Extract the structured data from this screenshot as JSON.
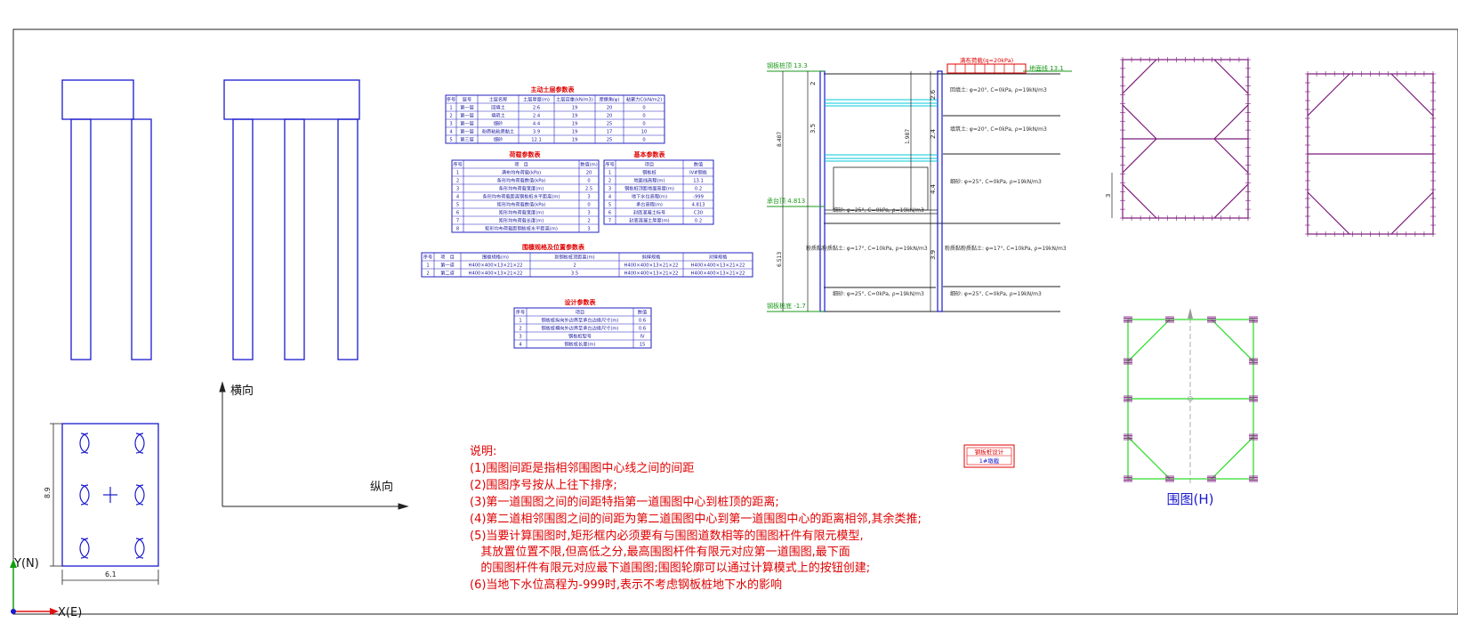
{
  "axes_labels": {
    "transverse": "横向",
    "longitudinal": "纵向",
    "y_axis": "Y(N)",
    "x_axis": "X(E)"
  },
  "plan_dims": {
    "height": "8.9",
    "width": "6.1"
  },
  "tables": {
    "soil": {
      "title": "主动土层参数表",
      "headers": [
        "序号",
        "层号",
        "土层名称",
        "土层厚度(m)",
        "土层容重(kN/m3)",
        "摩擦角(φ)",
        "粘聚力C(kN/m2)"
      ],
      "rows": [
        [
          "1",
          "第一层",
          "回填土",
          "2.6",
          "19",
          "20",
          "0"
        ],
        [
          "2",
          "第一层",
          "填筑土",
          "2.4",
          "19",
          "20",
          "0"
        ],
        [
          "3",
          "第一层",
          "细砂",
          "4.4",
          "19",
          "25",
          "0"
        ],
        [
          "4",
          "第一层",
          "粉质粘粘质黏土",
          "3.9",
          "19",
          "17",
          "10"
        ],
        [
          "5",
          "第三层",
          "细砂",
          "12.1",
          "19",
          "25",
          "0"
        ]
      ]
    },
    "load": {
      "title": "荷载参数表",
      "headers": [
        "序号",
        "项　目",
        "数值(m)"
      ],
      "rows": [
        [
          "1",
          "满布均布荷载(kPa)",
          "20"
        ],
        [
          "2",
          "条形均布荷载数值(kPa)",
          "0"
        ],
        [
          "3",
          "条形均布荷载宽度(m)",
          "2.5"
        ],
        [
          "4",
          "条形均布荷载距离钢板桩水平距离(m)",
          "3"
        ],
        [
          "5",
          "矩形均布荷载数值(kPa)",
          "0"
        ],
        [
          "6",
          "矩形均布荷载宽度(m)",
          "3"
        ],
        [
          "7",
          "矩形均布荷载长度(m)",
          "2"
        ],
        [
          "8",
          "矩形均布荷载距钢板桩水平距离(m)",
          "3"
        ]
      ]
    },
    "basic": {
      "title": "基本参数表",
      "headers": [
        "序号",
        "项目",
        "数值"
      ],
      "rows": [
        [
          "1",
          "钢板桩",
          "IV#钢板"
        ],
        [
          "2",
          "地面线高程(m)",
          "13.1"
        ],
        [
          "3",
          "钢板桩顶距地面高度(m)",
          "0.2"
        ],
        [
          "4",
          "地下水位高程(m)",
          "-999"
        ],
        [
          "5",
          "承台高程(m)",
          "4.813"
        ],
        [
          "6",
          "封底混凝土标号",
          "C30"
        ],
        [
          "7",
          "封底混凝土厚度(m)",
          "0.2"
        ]
      ]
    },
    "purlin": {
      "title": "围檩规格及位置参数表",
      "headers": [
        "序号",
        "项　目",
        "围檩规格(m)",
        "到钢板桩顶距离(m)",
        "斜撑规格",
        "对撑规格"
      ],
      "rows": [
        [
          "1",
          "第一道",
          "H400×400×13×21×22",
          "2",
          "H400×400×13×21×22",
          "H400×400×13×21×22"
        ],
        [
          "2",
          "第二道",
          "H400×400×13×21×22",
          "3.5",
          "H400×400×13×21×22",
          "H400×400×13×21×22"
        ]
      ]
    },
    "design": {
      "title": "设计参数表",
      "headers": [
        "序号",
        "项目",
        "数值"
      ],
      "rows": [
        [
          "1",
          "钢板桩纵向外边界至承台边缘尺寸(m)",
          "0.6"
        ],
        [
          "2",
          "钢板桩横向外边界至承台边缘尺寸(m)",
          "0.6"
        ],
        [
          "3",
          "钢板桩型号",
          "IV"
        ],
        [
          "4",
          "钢板桩长度(m)",
          "15"
        ]
      ]
    }
  },
  "notes": {
    "heading": "说明:",
    "lines": [
      "(1)围图间距是指相邻围图中心线之间的间距",
      "(2)围图序号按从上往下排序;",
      "(3)第一道围图之间的间距特指第一道围图中心到桩顶的距离;",
      "(4)第二道相邻围图之间的间距为第二道围图中心到第一道围图中心的距离相邻,其余类推;",
      "(5)当要计算围图时,矩形框内必须要有与围图道数相等的围图杆件有限元模型,",
      "   其放置位置不限,但高低之分,最高围图杆件有限元对应第一道围图,最下面",
      "   的围图杆件有限元对应最下道围图;围图轮廓可以通过计算模式上的按钮创建;"
    ],
    "last": "(6)当地下水位高程为-999时,表示不考虑钢板桩地下水的影响"
  },
  "design_button": {
    "line1": "钢板桩设计",
    "line2": "1#墩截"
  },
  "section": {
    "label_top_left": "钢板桩顶 13.3",
    "label_ground": "地面线 13.1",
    "label_cap": "承台顶 4.813",
    "label_bottom": "钢板桩底 -1.7",
    "load_label": "满布荷载(q=20kPa)",
    "dims_left": [
      "2",
      "3.5",
      "8.487",
      "6.513"
    ],
    "dims_right": [
      "2.6",
      "2.4",
      "4.4",
      "3.9"
    ],
    "dim_mid": "1.987",
    "soil_layers": [
      "回填土: φ=20°, C=0kPa, ρ=19kN/m3",
      "填筑土: φ=20°, C=0kPa, ρ=19kN/m3",
      "细砂: φ=25°, C=0kPa, ρ=19kN/m3",
      "粉质黏粉质黏土: φ=17°, C=10kPa, ρ=19kN/m3",
      "细砂: φ=25°, C=0kPa, ρ=19kN/m3"
    ],
    "soil_left": [
      "细砂: φ=25°, C=0kPa, ρ=19kN/m3",
      "粉质黏粉质黏土: φ=17°, C=10kPa, ρ=19kN/m3",
      "细砂: φ=25°, C=0kPa, ρ=19kN/m3"
    ]
  },
  "frame_dim": "3",
  "frame_caption": "围图(H)",
  "colors": {
    "pier": "#1a1ad0",
    "table_line": "#2020c0",
    "header_red": "#e00000",
    "section_green": "#1a9a1a",
    "cyan": "#00c8d8",
    "frame_purple": "#7a1a7a",
    "frame_green": "#22dd22",
    "axis_green": "#10a010",
    "axis_red": "#e01010"
  }
}
